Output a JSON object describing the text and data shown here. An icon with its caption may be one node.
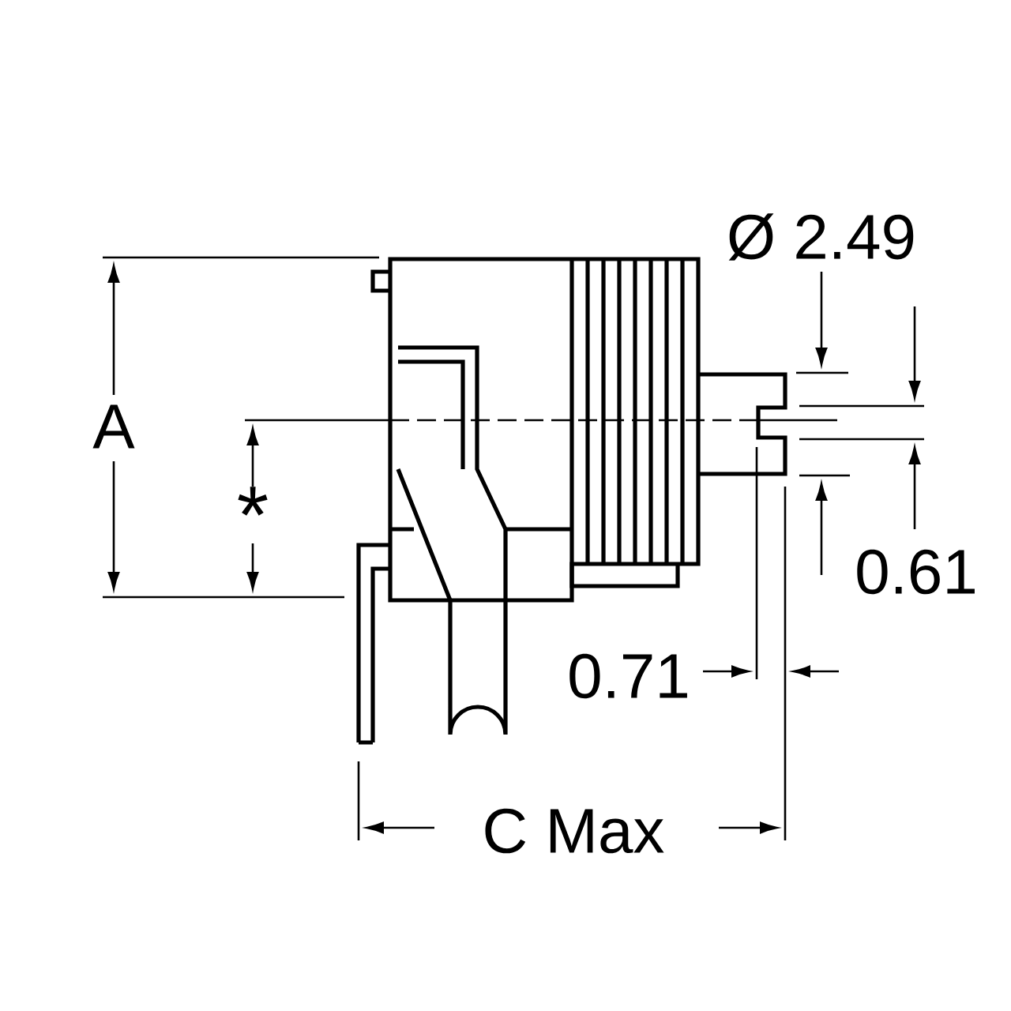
{
  "diagram": {
    "labels": [
      "Ø 2.49",
      "A",
      "*",
      "0.61",
      "0.71",
      "C Max"
    ]
  }
}
